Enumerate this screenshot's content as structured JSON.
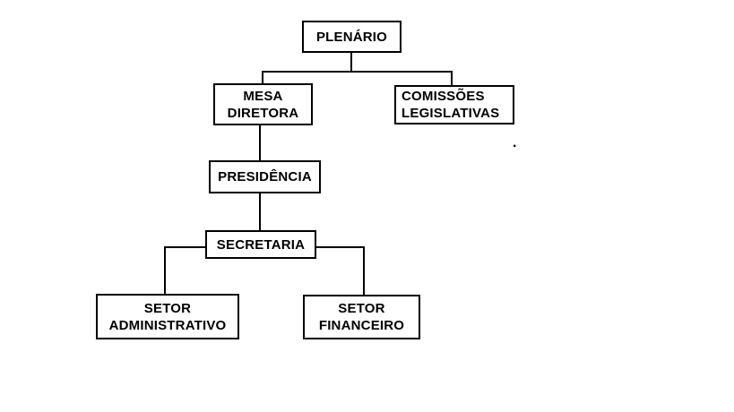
{
  "diagram": {
    "type": "org-chart",
    "background_color": "#ffffff",
    "line_color": "#000000",
    "box_border_color": "#000000",
    "text_color": "#000000",
    "nodes": {
      "plenario": {
        "label": "PLENÁRIO"
      },
      "mesa_diretora": {
        "label": "MESA\nDIRETORA"
      },
      "comissoes_legislativas": {
        "label": "COMISSÕES\nLEGISLATIVAS"
      },
      "presidencia": {
        "label": "PRESIDÊNCIA"
      },
      "secretaria": {
        "label": "SECRETARIA"
      },
      "setor_administrativo": {
        "label": "SETOR\nADMINISTRATIVO"
      },
      "setor_financeiro": {
        "label": "SETOR\nFINANCEIRO"
      }
    },
    "edges": [
      {
        "from": "PLENÁRIO",
        "to": "MESA DIRETORA"
      },
      {
        "from": "PLENÁRIO",
        "to": "COMISSÕES LEGISLATIVAS"
      },
      {
        "from": "MESA DIRETORA",
        "to": "PRESIDÊNCIA"
      },
      {
        "from": "PRESIDÊNCIA",
        "to": "SECRETARIA"
      },
      {
        "from": "SECRETARIA",
        "to": "SETOR ADMINISTRATIVO"
      },
      {
        "from": "SECRETARIA",
        "to": "SETOR FINANCEIRO"
      }
    ],
    "stray_mark": {
      "label": "."
    }
  }
}
